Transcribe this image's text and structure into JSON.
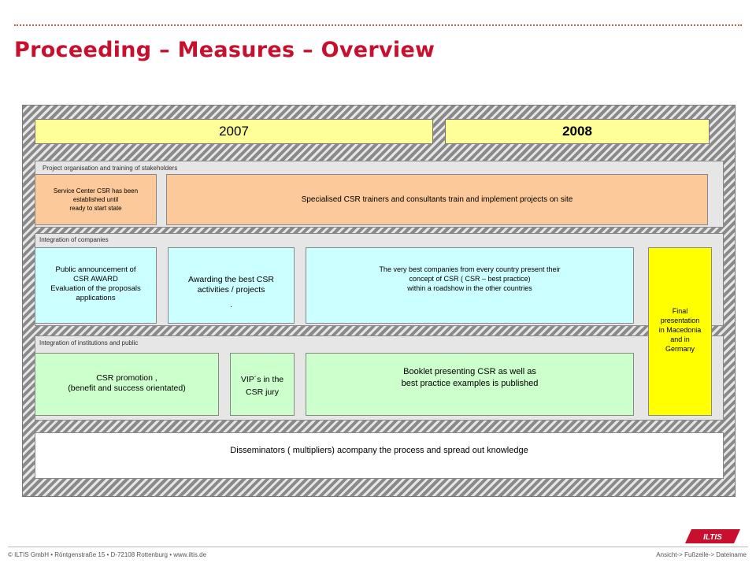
{
  "header": {
    "title": "Proceeding – Measures – Overview"
  },
  "years": [
    "2007",
    "2008"
  ],
  "sections": {
    "project_org": {
      "label": "Project organisation and training of stakeholders",
      "service_center": [
        "Service Center CSR has been",
        "established until",
        "ready to start state"
      ],
      "trainers": "Specialised CSR trainers and consultants train and implement projects on site"
    },
    "companies": {
      "label": "Integration of companies",
      "announcement": [
        "Public announcement of",
        "CSR AWARD",
        "Evaluation of the proposals",
        "applications"
      ],
      "awarding": [
        "Awarding the best CSR",
        "activities / projects",
        "."
      ],
      "best_companies": [
        "The very best companies from every country present their",
        "concept of CSR ( CSR – best practice)",
        "within a roadshow in the other countries"
      ]
    },
    "institutions": {
      "label": "Integration of institutions and public",
      "promotion": [
        "CSR promotion ,",
        "(benefit and success orientated)"
      ],
      "vip": [
        "VIP´s in the",
        "CSR jury"
      ],
      "booklet": [
        "Booklet presenting CSR as well as",
        "best practice examples is published"
      ]
    },
    "final": [
      "Final",
      "presentation",
      "in Macedonia",
      "and in",
      "Germany"
    ],
    "disseminators": "Disseminators ( multipliers) acompany the process and spread out knowledge"
  },
  "footer": {
    "left": "© ILTIS GmbH • Röntgenstraße 15 • D-72108 Rottenburg • www.iltis.de",
    "right": "Ansicht-> Fußzeile-> Dateiname",
    "logo_text": "ILTIS"
  },
  "colors": {
    "accent": "#c8102e",
    "year": "#ffff99",
    "peach": "#fbc99a",
    "cyan": "#ccffff",
    "green": "#ccffcc",
    "final": "#ffff00"
  }
}
